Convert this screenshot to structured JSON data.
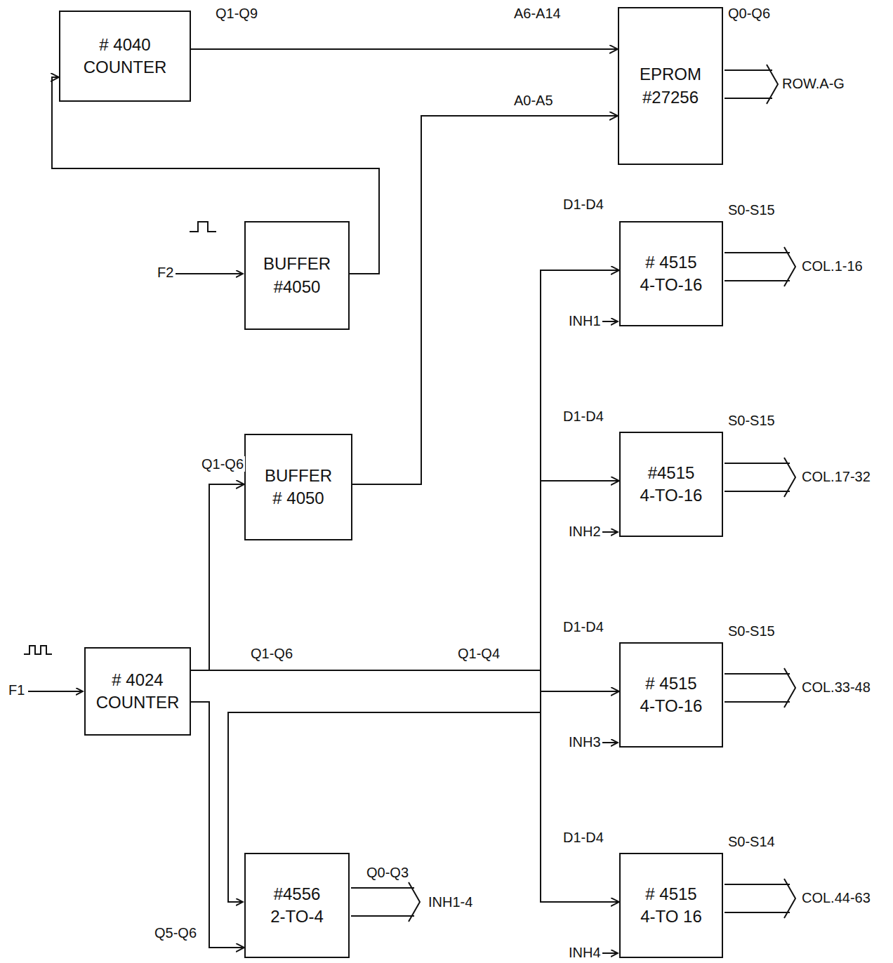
{
  "diagram": {
    "nodes": [
      {
        "text": [
          "# 4040",
          "COUNTER"
        ]
      },
      {
        "text": [
          "EPROM",
          "#27256"
        ]
      },
      {
        "text": [
          "BUFFER",
          "#4050"
        ]
      },
      {
        "text": [
          "BUFFER",
          "# 4050"
        ]
      },
      {
        "text": [
          "# 4024",
          "COUNTER"
        ]
      },
      {
        "text": [
          "#4556",
          "2-TO-4"
        ]
      },
      {
        "text": [
          "# 4515",
          "4-TO-16"
        ]
      },
      {
        "text": [
          "#4515",
          "4-TO-16"
        ]
      },
      {
        "text": [
          "# 4515",
          "4-TO-16"
        ]
      },
      {
        "text": [
          "# 4515",
          "4-TO 16"
        ]
      }
    ],
    "edges": [
      {
        "from": 0,
        "to": 1,
        "arrow": "to"
      },
      {
        "from": 2,
        "to": 0,
        "arrow": "to"
      },
      {
        "from": 3,
        "to": 1,
        "arrow": "to"
      },
      {
        "from": 4,
        "to": 3,
        "arrow": "to"
      },
      {
        "from": 4,
        "to": 6,
        "arrow": "to"
      },
      {
        "from": 4,
        "to": 7,
        "arrow": "to"
      },
      {
        "from": 4,
        "to": 8,
        "arrow": "to"
      },
      {
        "from": 4,
        "to": 9,
        "arrow": "to"
      },
      {
        "from": 4,
        "to": 5,
        "arrow": "to"
      }
    ],
    "labels": [
      "Q1-Q9",
      "A6-A14",
      "Q0-Q6",
      "ROW.A-G",
      "A0-A5",
      "S0-S15",
      "D1-D4",
      "COL.1-16",
      "INH1",
      "F2",
      "Q1-Q6",
      "S0-S15",
      "D1-D4",
      "COL.17-32",
      "INH2",
      "Q1-Q6",
      "Q1-Q4",
      "F1",
      "S0-S15",
      "COL.33-48",
      "D1-D4",
      "INH3",
      "Q0-Q3",
      "INH1-4",
      "Q5-Q6",
      "S0-S14",
      "D1-D4",
      "COL.44-63",
      "INH4"
    ]
  }
}
